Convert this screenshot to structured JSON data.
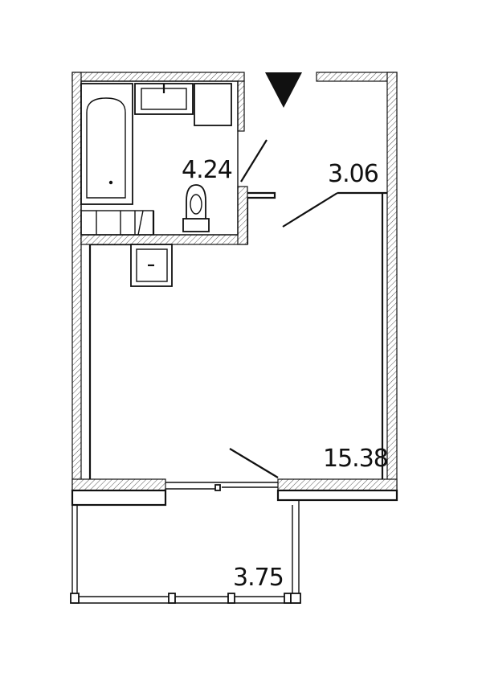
{
  "rooms": [
    {
      "id": "bathroom",
      "area": "4.24"
    },
    {
      "id": "hallway",
      "area": "3.06"
    },
    {
      "id": "living-room",
      "area": "15.38"
    },
    {
      "id": "balcony",
      "area": "3.75"
    }
  ],
  "colors": {
    "line": "#111111",
    "background": "#ffffff"
  },
  "icons": {
    "entrance": "entrance-triangle-icon"
  }
}
